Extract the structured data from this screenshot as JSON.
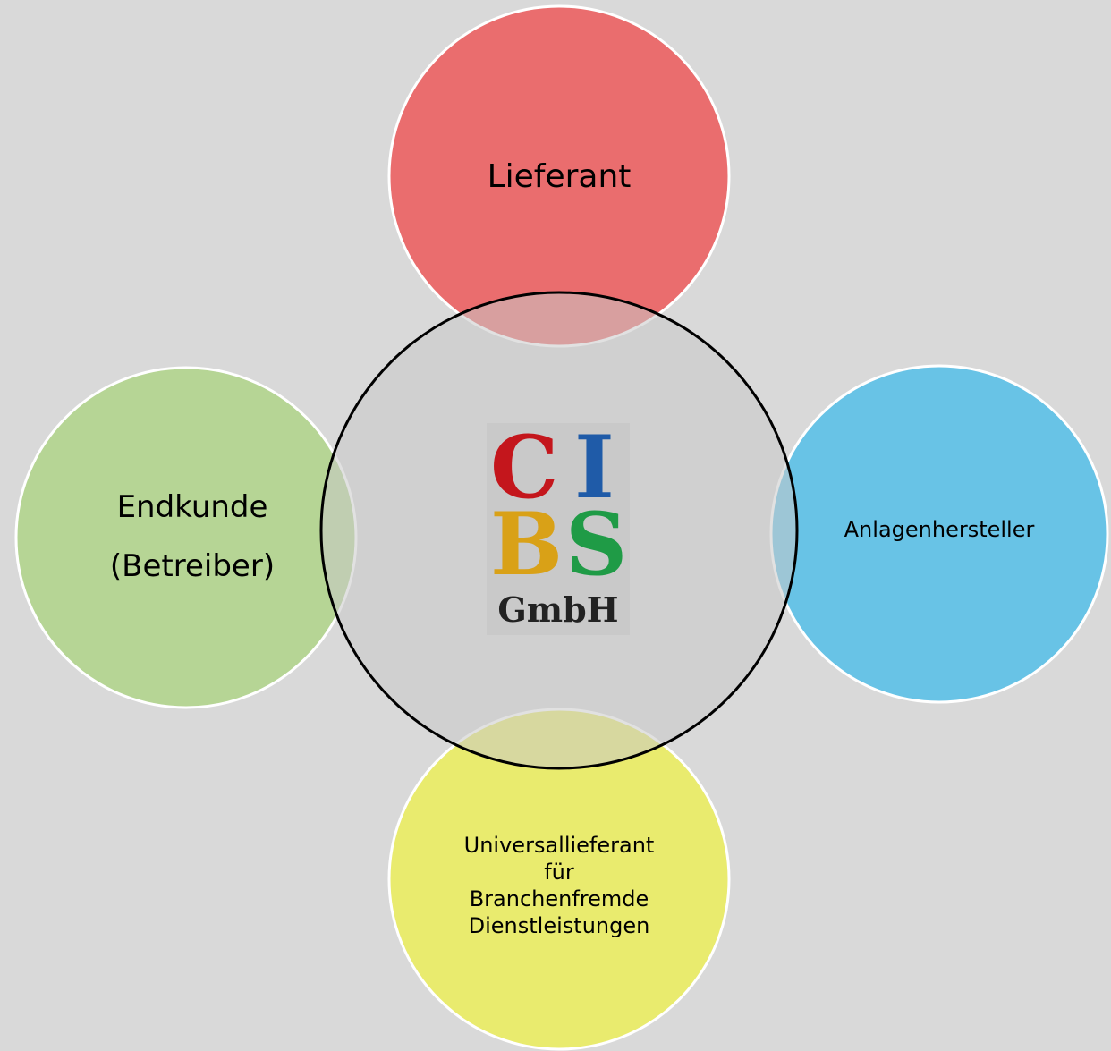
{
  "colors": {
    "background": "#d9d9d9",
    "center_fill": "#c9c9c9",
    "center_stroke": "#000000",
    "lieferant": "#ea6d6e",
    "endkunde": "#b6d595",
    "anlagenhersteller": "#68c3e6",
    "universal": "#e9eb6e",
    "circle_stroke": "#ffffff",
    "logo_c": "#c4161c",
    "logo_i": "#1f5ba8",
    "logo_b": "#d9a117",
    "logo_s": "#1f9b46",
    "logo_gmbh": "#222222"
  },
  "circles": {
    "lieferant": "Lieferant",
    "endkunde": "Endkunde\n(Betreiber)",
    "anlagenhersteller": "Anlagenhersteller",
    "universal": "Universallieferant\nfür\nBranchenfremde\nDienstleistungen"
  },
  "logo": {
    "c": "C",
    "i": "I",
    "b": "B",
    "s": "S",
    "gmbh": "GmbH"
  }
}
